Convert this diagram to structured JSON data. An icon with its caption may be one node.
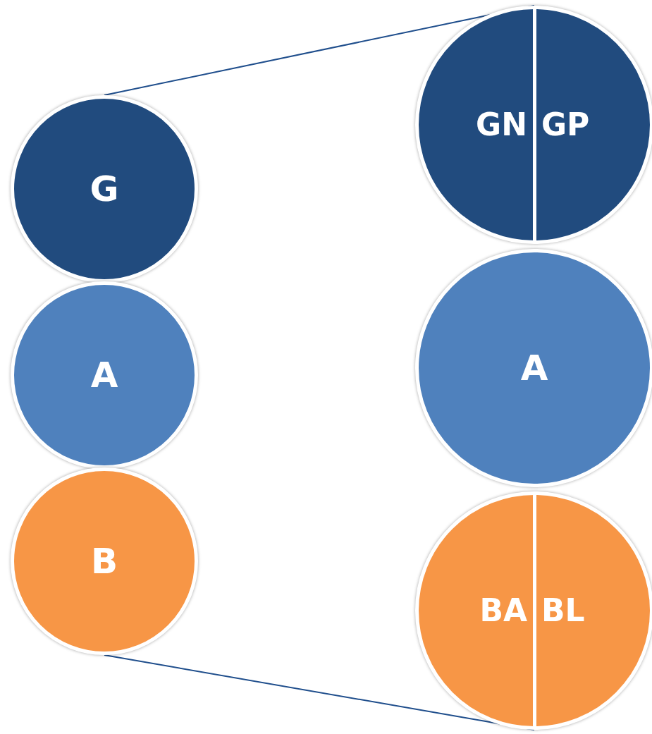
{
  "diagram": {
    "nodes": [
      {
        "text": [
          "G"
        ]
      },
      {
        "text": [
          "A"
        ]
      },
      {
        "text": [
          "B"
        ]
      },
      {
        "text": [
          "GN",
          "GP"
        ]
      },
      {
        "text": [
          "A"
        ]
      },
      {
        "text": [
          "BA",
          "BL"
        ]
      }
    ],
    "edges": [
      {
        "from": 0,
        "to": 3,
        "arrow": "none"
      },
      {
        "from": 2,
        "to": 5,
        "arrow": "none"
      }
    ]
  }
}
